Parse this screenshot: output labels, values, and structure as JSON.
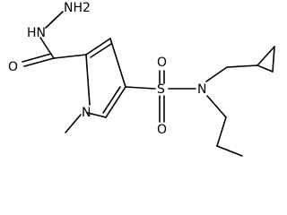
{
  "molecule": {
    "atoms": {
      "hydrazide_nh2": "NH2",
      "hydrazide_nh": "HN",
      "carbonyl_o": "O",
      "ring_n": "N",
      "sulfonyl_s": "S",
      "sulfonyl_o_top": "O",
      "sulfonyl_o_bottom": "O",
      "sulfonamide_n": "N"
    }
  },
  "colors": {
    "bond": "#000000",
    "text": "#000000",
    "background": "#ffffff"
  }
}
